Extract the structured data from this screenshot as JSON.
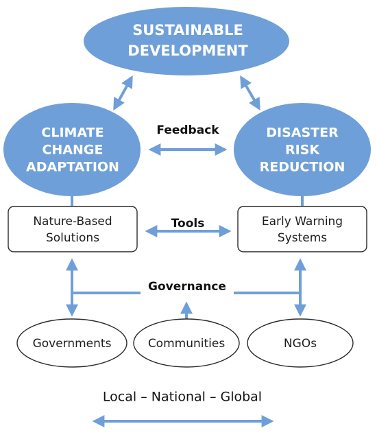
{
  "colors": {
    "oval_fill": "#6f9fd8",
    "connector": "#6f9fd8",
    "box_stroke": "#2a2a2a",
    "text_dark": "#111111",
    "text_light": "#ffffff"
  },
  "nodes": {
    "sustainable_development": {
      "line1": "SUSTAINABLE",
      "line2": "DEVELOPMENT"
    },
    "climate_change_adaptation": {
      "line1": "CLIMATE",
      "line2": "CHANGE",
      "line3": "ADAPTATION"
    },
    "disaster_risk_reduction": {
      "line1": "DISASTER",
      "line2": "RISK",
      "line3": "REDUCTION"
    },
    "nature_based_solutions": {
      "line1": "Nature-Based",
      "line2": "Solutions"
    },
    "early_warning_systems": {
      "line1": "Early Warning",
      "line2": "Systems"
    },
    "governments": {
      "label": "Governments"
    },
    "communities": {
      "label": "Communities"
    },
    "ngos": {
      "label": "NGOs"
    }
  },
  "links": {
    "feedback": "Feedback",
    "tools": "Tools",
    "governance": "Governance"
  },
  "scale": {
    "label": "Local – National – Global"
  }
}
